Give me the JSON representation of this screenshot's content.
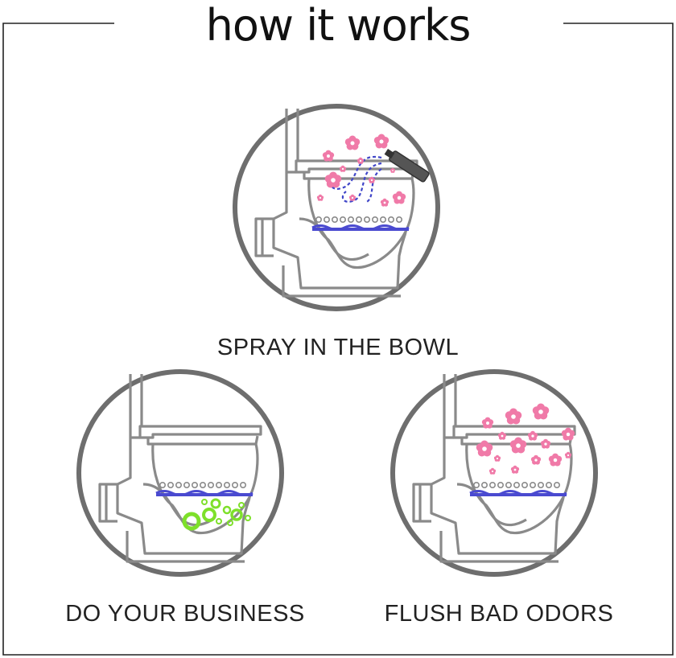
{
  "title": "how it works",
  "colors": {
    "frame": "#222222",
    "circle": "#6e6e6e",
    "toilet_outline": "#8a8a8a",
    "water": "#4a4ad0",
    "flower": "#f07aa8",
    "flower_center": "#ffffff",
    "spray_mist": "#3f45c8",
    "spray_can": "#555555",
    "bubbles": "#7ee02a"
  },
  "steps": [
    {
      "label": "SPRAY IN THE BOWL",
      "icon": "toilet-spray-icon"
    },
    {
      "label": "DO YOUR BUSINESS",
      "icon": "toilet-bubbles-icon"
    },
    {
      "label": "FLUSH BAD ODORS",
      "icon": "toilet-flowers-icon"
    }
  ]
}
